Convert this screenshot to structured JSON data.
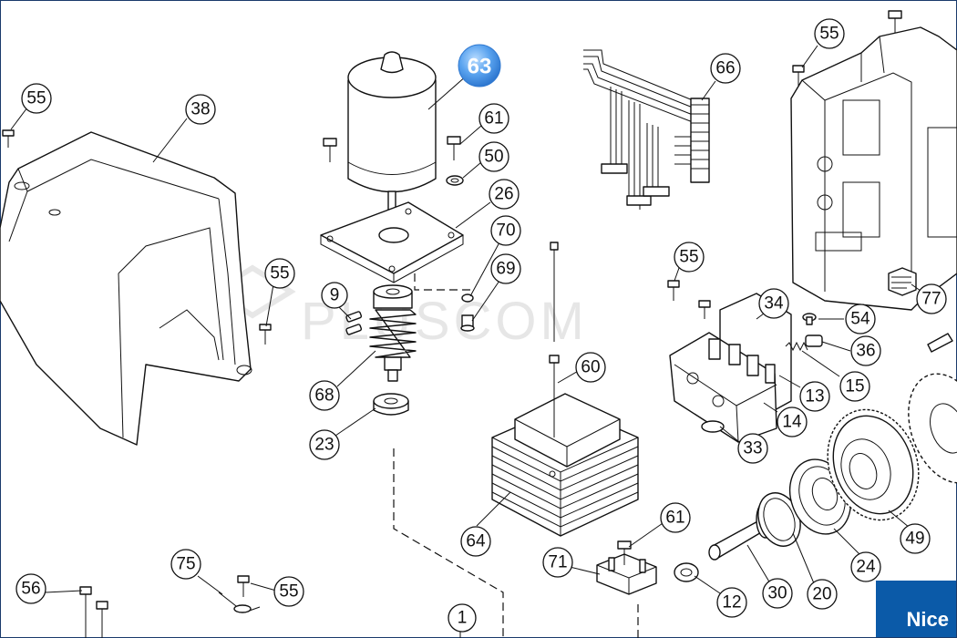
{
  "callouts": [
    {
      "id": "c55a",
      "text": "55"
    },
    {
      "id": "c38",
      "text": "38"
    },
    {
      "id": "c63",
      "text": "63"
    },
    {
      "id": "c61a",
      "text": "61"
    },
    {
      "id": "c50",
      "text": "50"
    },
    {
      "id": "c26",
      "text": "26"
    },
    {
      "id": "c55b",
      "text": "55"
    },
    {
      "id": "c9",
      "text": "9"
    },
    {
      "id": "c70",
      "text": "70"
    },
    {
      "id": "c69",
      "text": "69"
    },
    {
      "id": "c68",
      "text": "68"
    },
    {
      "id": "c23",
      "text": "23"
    },
    {
      "id": "c66",
      "text": "66"
    },
    {
      "id": "c55c",
      "text": "55"
    },
    {
      "id": "c55d",
      "text": "55"
    },
    {
      "id": "c34",
      "text": "34"
    },
    {
      "id": "c54",
      "text": "54"
    },
    {
      "id": "c36",
      "text": "36"
    },
    {
      "id": "c15",
      "text": "15"
    },
    {
      "id": "c13",
      "text": "13"
    },
    {
      "id": "c14",
      "text": "14"
    },
    {
      "id": "c33",
      "text": "33"
    },
    {
      "id": "c77",
      "text": "77"
    },
    {
      "id": "c60",
      "text": "60"
    },
    {
      "id": "c64",
      "text": "64"
    },
    {
      "id": "c61b",
      "text": "61"
    },
    {
      "id": "c71",
      "text": "71"
    },
    {
      "id": "c12",
      "text": "12"
    },
    {
      "id": "c30",
      "text": "30"
    },
    {
      "id": "c20",
      "text": "20"
    },
    {
      "id": "c24",
      "text": "24"
    },
    {
      "id": "c49",
      "text": "49"
    },
    {
      "id": "c75",
      "text": "75"
    },
    {
      "id": "c55e",
      "text": "55"
    },
    {
      "id": "c56",
      "text": "56"
    },
    {
      "id": "c1",
      "text": "1"
    }
  ],
  "highlight": {
    "text": "63",
    "color": "#4a90e2"
  },
  "watermark": "PLUSCOM",
  "brand": {
    "logo_text": "Nice",
    "color": "#0b5aa8"
  },
  "colors": {
    "line": "#111111",
    "frame": "#1a3a6b"
  }
}
